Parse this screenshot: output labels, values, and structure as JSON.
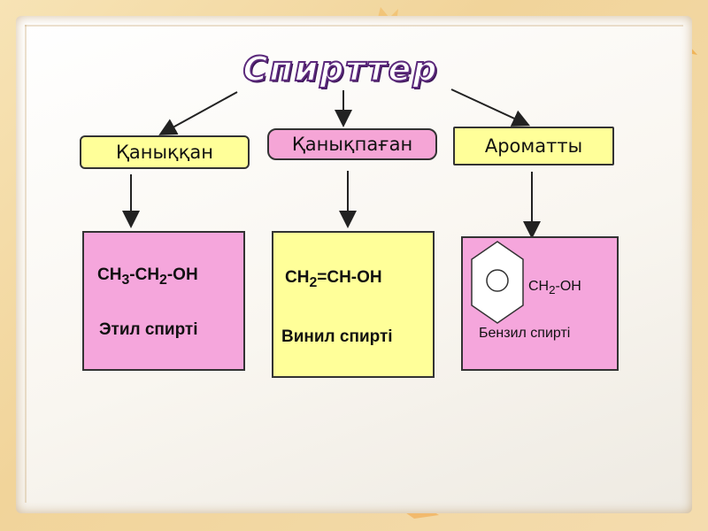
{
  "title": "Спирттер",
  "categories": {
    "saturated": "Қаныққан",
    "unsaturated": "Қанықпаған",
    "aromatic": "Ароматты"
  },
  "examples": {
    "ethyl": {
      "formula_parts": [
        "CH",
        "3",
        "-CH",
        "2",
        "-OH"
      ],
      "name": "Этил спирті"
    },
    "vinyl": {
      "formula_parts": [
        "CH",
        "2",
        "=CH-OH"
      ],
      "name": "Винил спирті"
    },
    "benzyl": {
      "formula_parts": [
        "CH",
        "2",
        "-OH"
      ],
      "name": "Бензил спирті"
    }
  },
  "colors": {
    "yellow_box": "#ffff99",
    "pink_box": "#f5a6dc",
    "title_outline": "#5c2a7c"
  }
}
